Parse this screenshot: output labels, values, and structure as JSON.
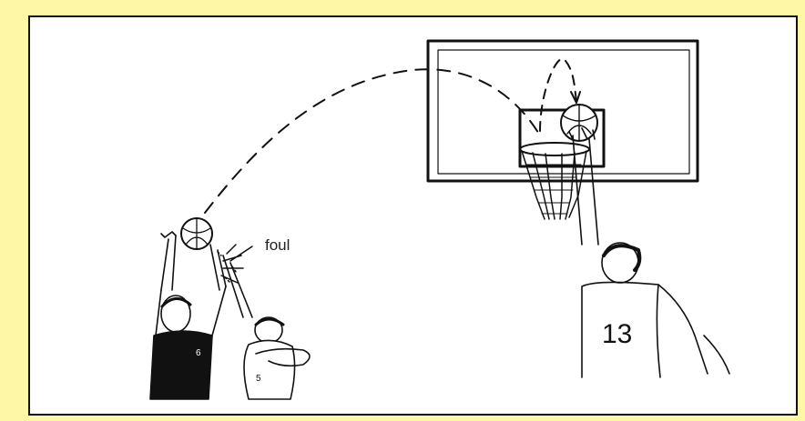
{
  "illustration": {
    "annotation": "foul",
    "player_numbers": {
      "shooter": "6",
      "defender": "5",
      "rebounder": "13"
    },
    "colors": {
      "page_background": "#fdf7a6",
      "panel_background": "#ffffff",
      "ink": "#111111"
    }
  }
}
